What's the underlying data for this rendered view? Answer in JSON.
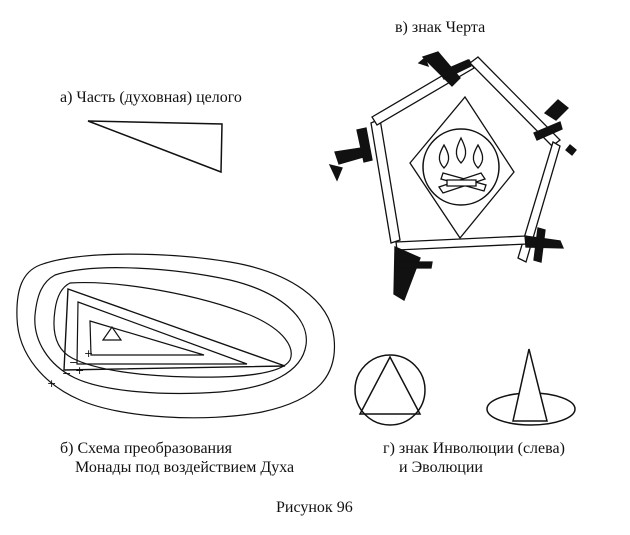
{
  "captions": {
    "a": "а) Часть (духовная) целого",
    "b_line1": "б) Схема преобразования",
    "b_line2": "Монады под воздействием Духа",
    "v": "в) знак Черта",
    "g_line1": "г) знак Инволюции (слева)",
    "g_line2": "и Эволюции",
    "figure": "Рисунок 96"
  },
  "signs": {
    "plus": "+",
    "minus": "−"
  }
}
